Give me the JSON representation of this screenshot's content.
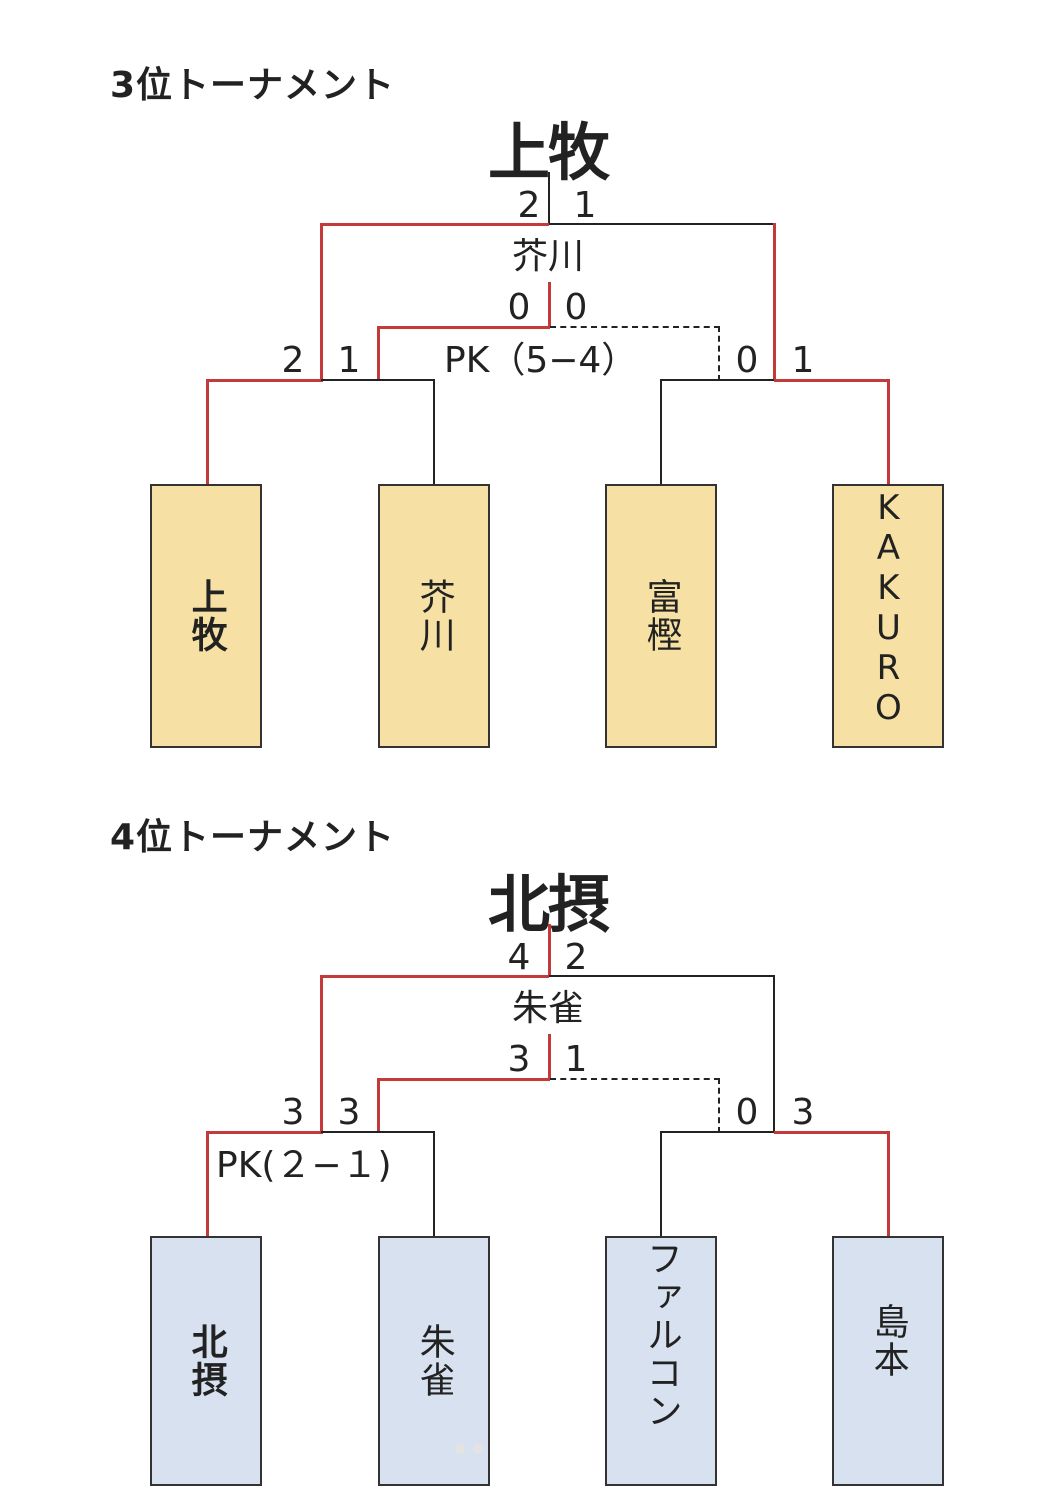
{
  "colors": {
    "winner_line": "#c43a3a",
    "loser_line": "#222222",
    "box_yellow": "#f7e0a3",
    "box_blue": "#d7e1f0"
  },
  "bracket3": {
    "title": "3位トーナメント",
    "champion": "上牧",
    "final_score_left": "2",
    "final_score_right": "1",
    "semi_winner": "芥川",
    "semi_score_left": "0",
    "semi_score_right": "0",
    "pk": "PK（5−4）",
    "match1_score_left": "2",
    "match1_score_right": "1",
    "match2_score_left": "0",
    "match2_score_right": "1",
    "teams": [
      "上牧",
      "芥川",
      "富樫",
      "KAKURO"
    ]
  },
  "bracket4": {
    "title": "4位トーナメント",
    "champion": "北摂",
    "final_score_left": "4",
    "final_score_right": "2",
    "semi_winner": "朱雀",
    "semi_score_left": "3",
    "semi_score_right": "1",
    "pk": "PK(２−１)",
    "match1_score_left": "3",
    "match1_score_right": "3",
    "match2_score_left": "0",
    "match2_score_right": "3",
    "teams": [
      "北摂",
      "朱雀",
      "ファルコン",
      "島本"
    ]
  }
}
